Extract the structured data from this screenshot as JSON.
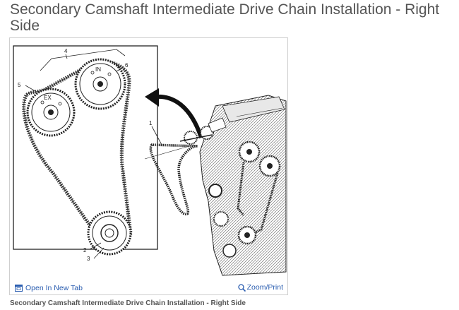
{
  "page": {
    "title": "Secondary Camshaft Intermediate Drive Chain Installation - Right Side"
  },
  "figure": {
    "callouts": [
      "1",
      "2",
      "3",
      "4",
      "5",
      "6"
    ],
    "sprocket_labels": {
      "intake": "IN",
      "exhaust": "EX"
    },
    "arrow_icon": "curved-arrow-icon"
  },
  "toolbar": {
    "open_new_tab_label": "Open In New Tab",
    "open_new_tab_icon": "external-window-icon",
    "zoom_label": "Zoom/Print",
    "zoom_icon": "magnifier-icon"
  },
  "caption": {
    "text": "Secondary Camshaft Intermediate Drive Chain Installation - Right Side"
  },
  "colors": {
    "link": "#2a5db0",
    "title_text": "#555555",
    "frame_border": "#cfcfcf"
  }
}
